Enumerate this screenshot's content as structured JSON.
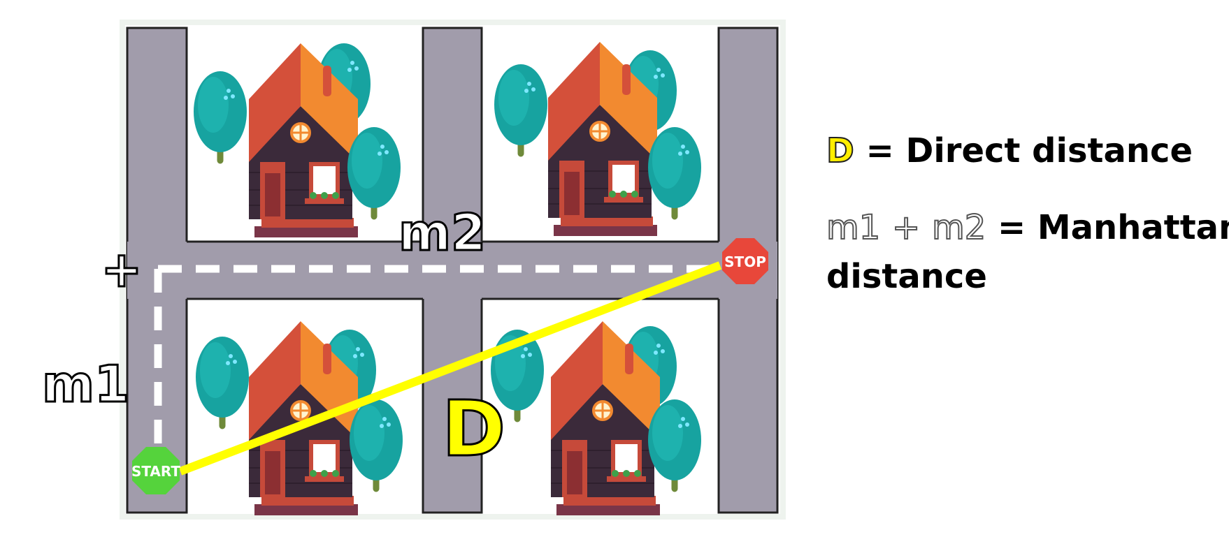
{
  "diagram": {
    "labels": {
      "start": "START",
      "stop": "STOP",
      "m1": "m1",
      "m2": "m2",
      "d": "D",
      "corner": "+"
    }
  },
  "legend": {
    "line1": {
      "symbol": "D",
      "text": "= Direct distance"
    },
    "line2": {
      "m1": "m1",
      "plus": "+",
      "m2": "m2",
      "text": "= Manhattan"
    },
    "line3": {
      "text": "distance"
    }
  },
  "colors": {
    "road": "#a19cab",
    "road_edge": "#222222",
    "direct_path": "#ffff00",
    "manhattan_path": "#ffffff",
    "start_sign": "#55d33c",
    "stop_sign": "#e8473a",
    "roof_dark": "#d4503a",
    "roof_light": "#f28a30",
    "wall": "#3b2a3a",
    "tree": "#17a3a0",
    "trunk": "#6f8a3a"
  }
}
